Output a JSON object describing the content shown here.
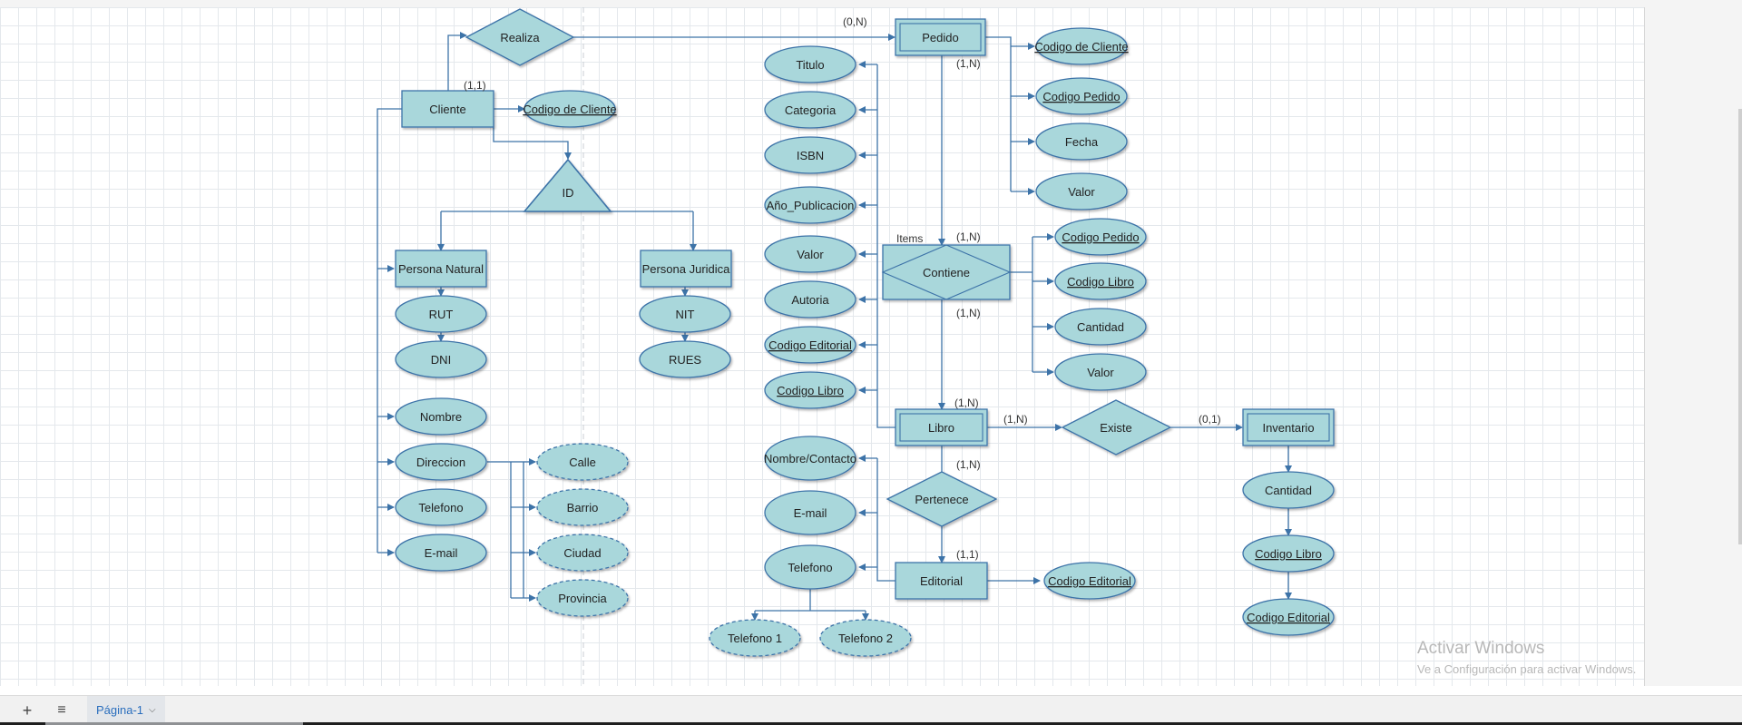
{
  "diagram": {
    "entities": {
      "cliente": "Cliente",
      "pedido": "Pedido",
      "persona_natural": "Persona Natural",
      "persona_juridica": "Persona Juridica",
      "libro": "Libro",
      "editorial": "Editorial",
      "inventario": "Inventario"
    },
    "relationships": {
      "realiza": "Realiza",
      "contiene": "Contiene",
      "existe": "Existe",
      "pertenece": "Pertenece"
    },
    "specialization": "ID",
    "items_label": "Items",
    "attributes": {
      "cliente_codigo": "Codigo de Cliente",
      "pn_rut": "RUT",
      "pn_dni": "DNI",
      "pj_nit": "NIT",
      "pj_rues": "RUES",
      "cli_nombre": "Nombre",
      "cli_direccion": "Direccion",
      "cli_telefono": "Telefono",
      "cli_email": "E-mail",
      "dir_calle": "Calle",
      "dir_barrio": "Barrio",
      "dir_ciudad": "Ciudad",
      "dir_provincia": "Provincia",
      "libro_titulo": "Titulo",
      "libro_categoria": "Categoria",
      "libro_isbn": "ISBN",
      "libro_anio": "Año_Publicacion",
      "libro_valor": "Valor",
      "libro_autoria": "Autoria",
      "libro_codigo_editorial": "Codigo Editorial",
      "libro_codigo_libro": "Codigo Libro",
      "pedido_codigo_cliente": "Codigo de Cliente",
      "pedido_codigo_pedido": "Codigo Pedido",
      "pedido_fecha": "Fecha",
      "pedido_valor": "Valor",
      "contiene_codigo_pedido": "Codigo Pedido",
      "contiene_codigo_libro": "Codigo Libro",
      "contiene_cantidad": "Cantidad",
      "contiene_valor": "Valor",
      "ed_nombre_contacto": "Nombre/Contacto",
      "ed_email": "E-mail",
      "ed_telefono": "Telefono",
      "ed_telefono1": "Telefono 1",
      "ed_telefono2": "Telefono 2",
      "editorial_codigo": "Codigo Editorial",
      "inv_cantidad": "Cantidad",
      "inv_codigo_libro": "Codigo Libro",
      "inv_codigo_editorial": "Codigo Editorial"
    },
    "cardinalities": {
      "realiza_pedido": "(0,N)",
      "cliente_realiza": "(1,1)",
      "pedido_contiene": "(1,N)",
      "contiene_top": "(1,N)",
      "contiene_bottom": "(1,N)",
      "libro_top": "(1,N)",
      "libro_existe": "(1,N)",
      "existe_inventario": "(0,1)",
      "libro_pertenece": "(1,N)",
      "editorial_top": "(1,1)"
    }
  },
  "watermark": {
    "title": "Activar Windows",
    "subtitle": "Ve a Configuración para activar Windows."
  },
  "toolbar": {
    "add_page": "+",
    "pages_menu": "≡",
    "page_tab": "Página-1",
    "page_tab_chevron": "⌵"
  },
  "colors": {
    "shape_fill": "#a9d7db",
    "shape_stroke": "#3d73a8",
    "connector": "#3d73a8",
    "page_tab_text": "#2a6ebd"
  }
}
